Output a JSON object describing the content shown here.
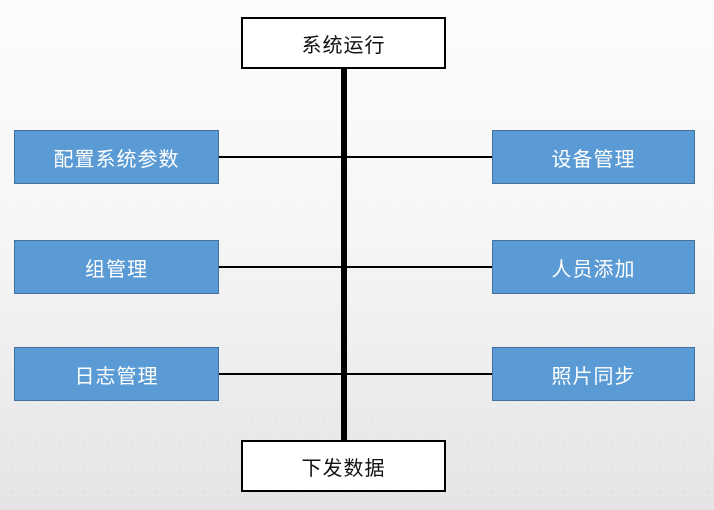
{
  "diagram": {
    "top_node": "系统运行",
    "bottom_node": "下发数据",
    "left_items": [
      "配置系统参数",
      "组管理",
      "日志管理"
    ],
    "right_items": [
      "设备管理",
      "人员添加",
      "照片同步"
    ]
  },
  "colors": {
    "node_fill": "#5B9BD5",
    "node_border": "#41719C",
    "terminal_fill": "#FFFFFF",
    "terminal_border": "#000000",
    "connector": "#000000",
    "bg_top": "#FCFCFC",
    "bg_bottom": "#E4E4E6"
  }
}
